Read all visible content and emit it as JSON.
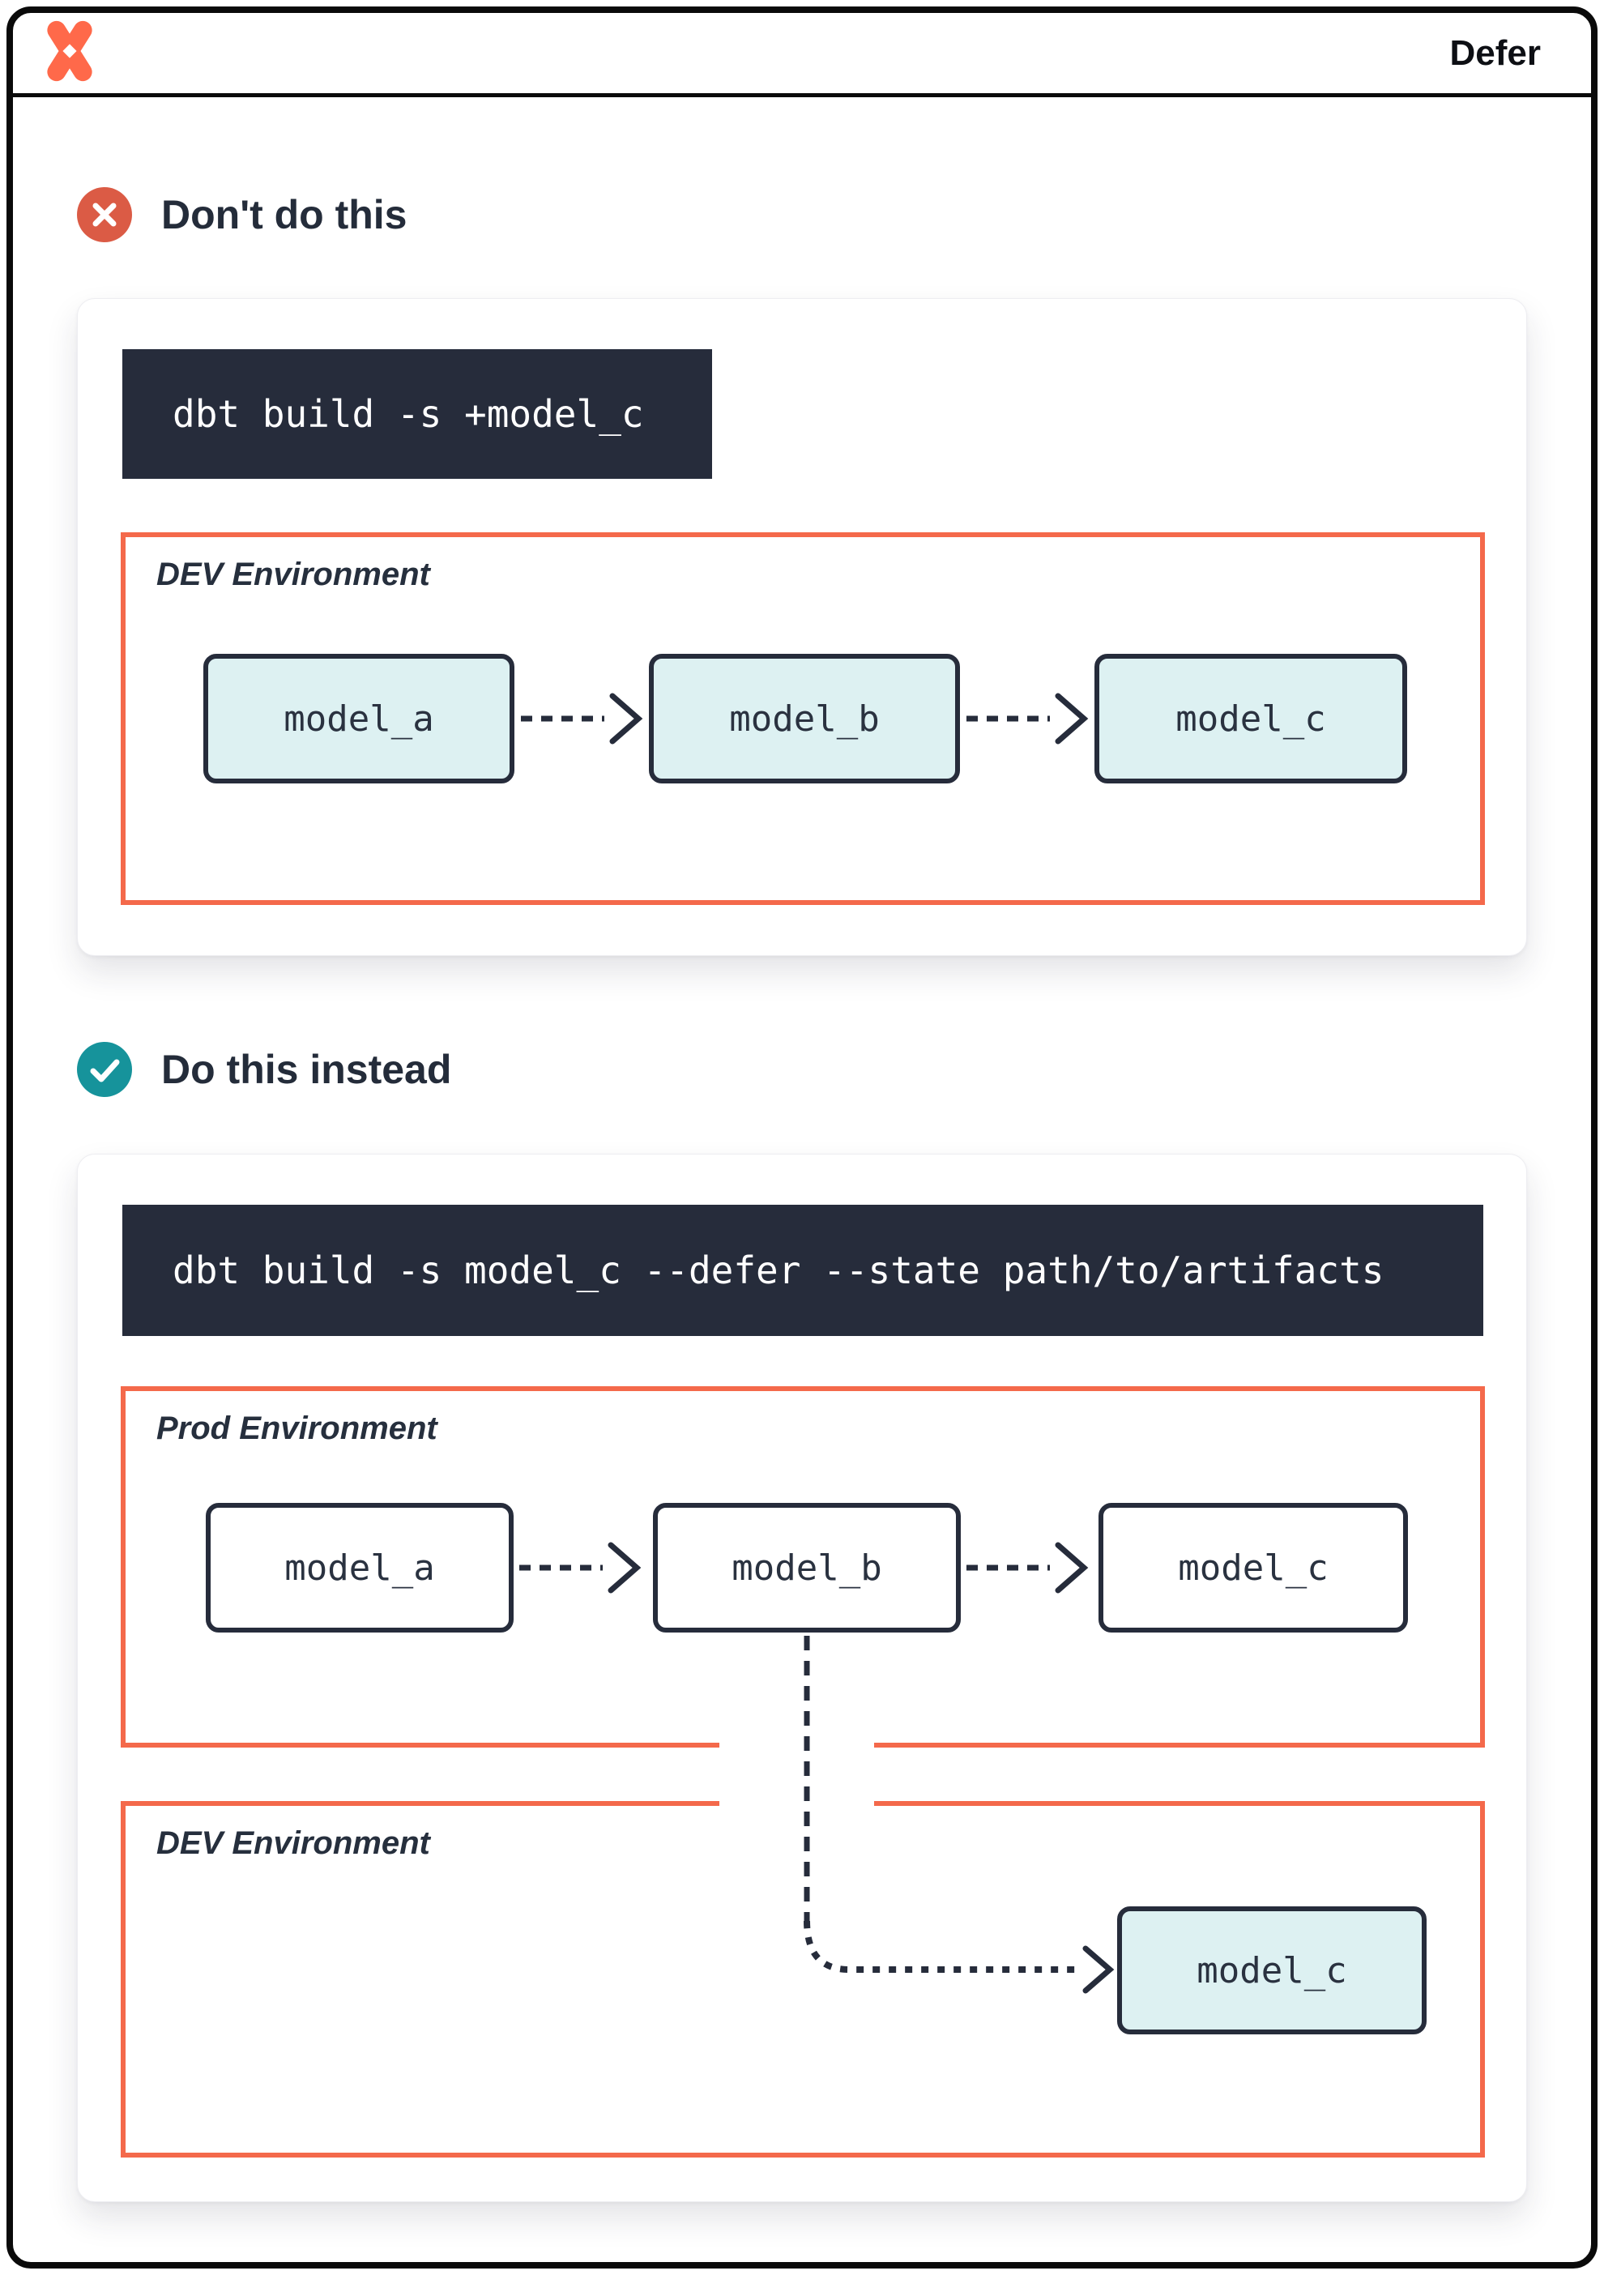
{
  "header": {
    "title": "Defer",
    "logo": "dbt-logo"
  },
  "sections": [
    {
      "heading": "Don't do this",
      "icon": "x-circle",
      "command": "dbt build -s +model_c",
      "environments": [
        {
          "label": "DEV Environment",
          "models": [
            {
              "name": "model_a"
            },
            {
              "name": "model_b"
            },
            {
              "name": "model_c"
            }
          ]
        }
      ]
    },
    {
      "heading": "Do this instead",
      "icon": "check-circle",
      "command": "dbt build -s model_c --defer --state path/to/artifacts",
      "environments": [
        {
          "label": "Prod Environment",
          "models": [
            {
              "name": "model_a"
            },
            {
              "name": "model_b"
            },
            {
              "name": "model_c"
            }
          ]
        },
        {
          "label": "DEV Environment",
          "models": [
            {
              "name": "model_c"
            }
          ]
        }
      ]
    }
  ],
  "colors": {
    "logo-orange": "#FF694A",
    "env-border": "#F4694B",
    "navy": "#262C3B",
    "model-fill-highlight": "#DDF1F2",
    "badge-dont": "#DB5B45",
    "badge-do": "#16939B",
    "ink": "#242C3A",
    "frame": "#0A0A0A",
    "code-bg": "#262C3B",
    "code-text": "#FFFFFF"
  }
}
